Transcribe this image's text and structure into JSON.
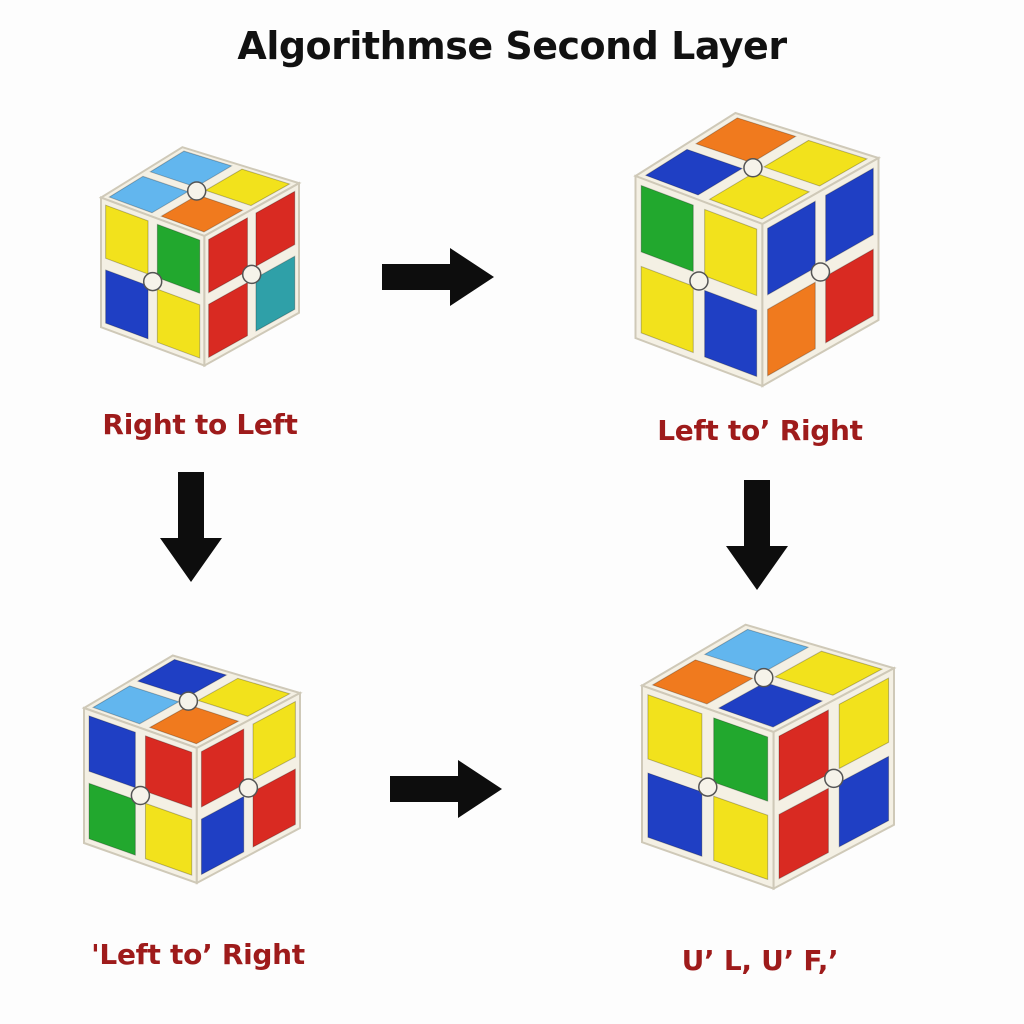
{
  "title": "Algorithmse Second Layer",
  "colors": {
    "label": "#9e1b1b",
    "arrow": "#0d0d0d",
    "edge": "#f4f0e4",
    "hub": "#f6f3ea",
    "palette": {
      "blue": "#1f3fc4",
      "lightblue": "#62b6ee",
      "green": "#22a82e",
      "yellow": "#f2e21c",
      "red": "#d92a22",
      "orange": "#f07a1e",
      "teal": "#2fa0a8"
    }
  },
  "cubes": [
    {
      "id": "top-left",
      "label": "Right to Left",
      "top": [
        "lightblue",
        "lightblue",
        "orange",
        "yellow"
      ],
      "front": [
        "yellow",
        "green",
        "blue",
        "yellow"
      ],
      "right": [
        "red",
        "red",
        "red",
        "teal"
      ]
    },
    {
      "id": "top-right",
      "label": "Left to’ Right",
      "top": [
        "blue",
        "orange",
        "yellow",
        "yellow"
      ],
      "front": [
        "green",
        "yellow",
        "yellow",
        "blue"
      ],
      "right": [
        "blue",
        "blue",
        "orange",
        "red"
      ]
    },
    {
      "id": "bottom-left",
      "label": "'Left to’ Right",
      "top": [
        "lightblue",
        "blue",
        "orange",
        "yellow"
      ],
      "front": [
        "blue",
        "red",
        "green",
        "yellow"
      ],
      "right": [
        "red",
        "yellow",
        "blue",
        "red"
      ]
    },
    {
      "id": "bottom-right",
      "label": "U’ L, U’ F,’",
      "top": [
        "orange",
        "lightblue",
        "blue",
        "yellow"
      ],
      "front": [
        "yellow",
        "green",
        "blue",
        "yellow"
      ],
      "right": [
        "red",
        "yellow",
        "red",
        "blue"
      ]
    }
  ],
  "arrows": [
    "right",
    "right",
    "down",
    "down"
  ]
}
